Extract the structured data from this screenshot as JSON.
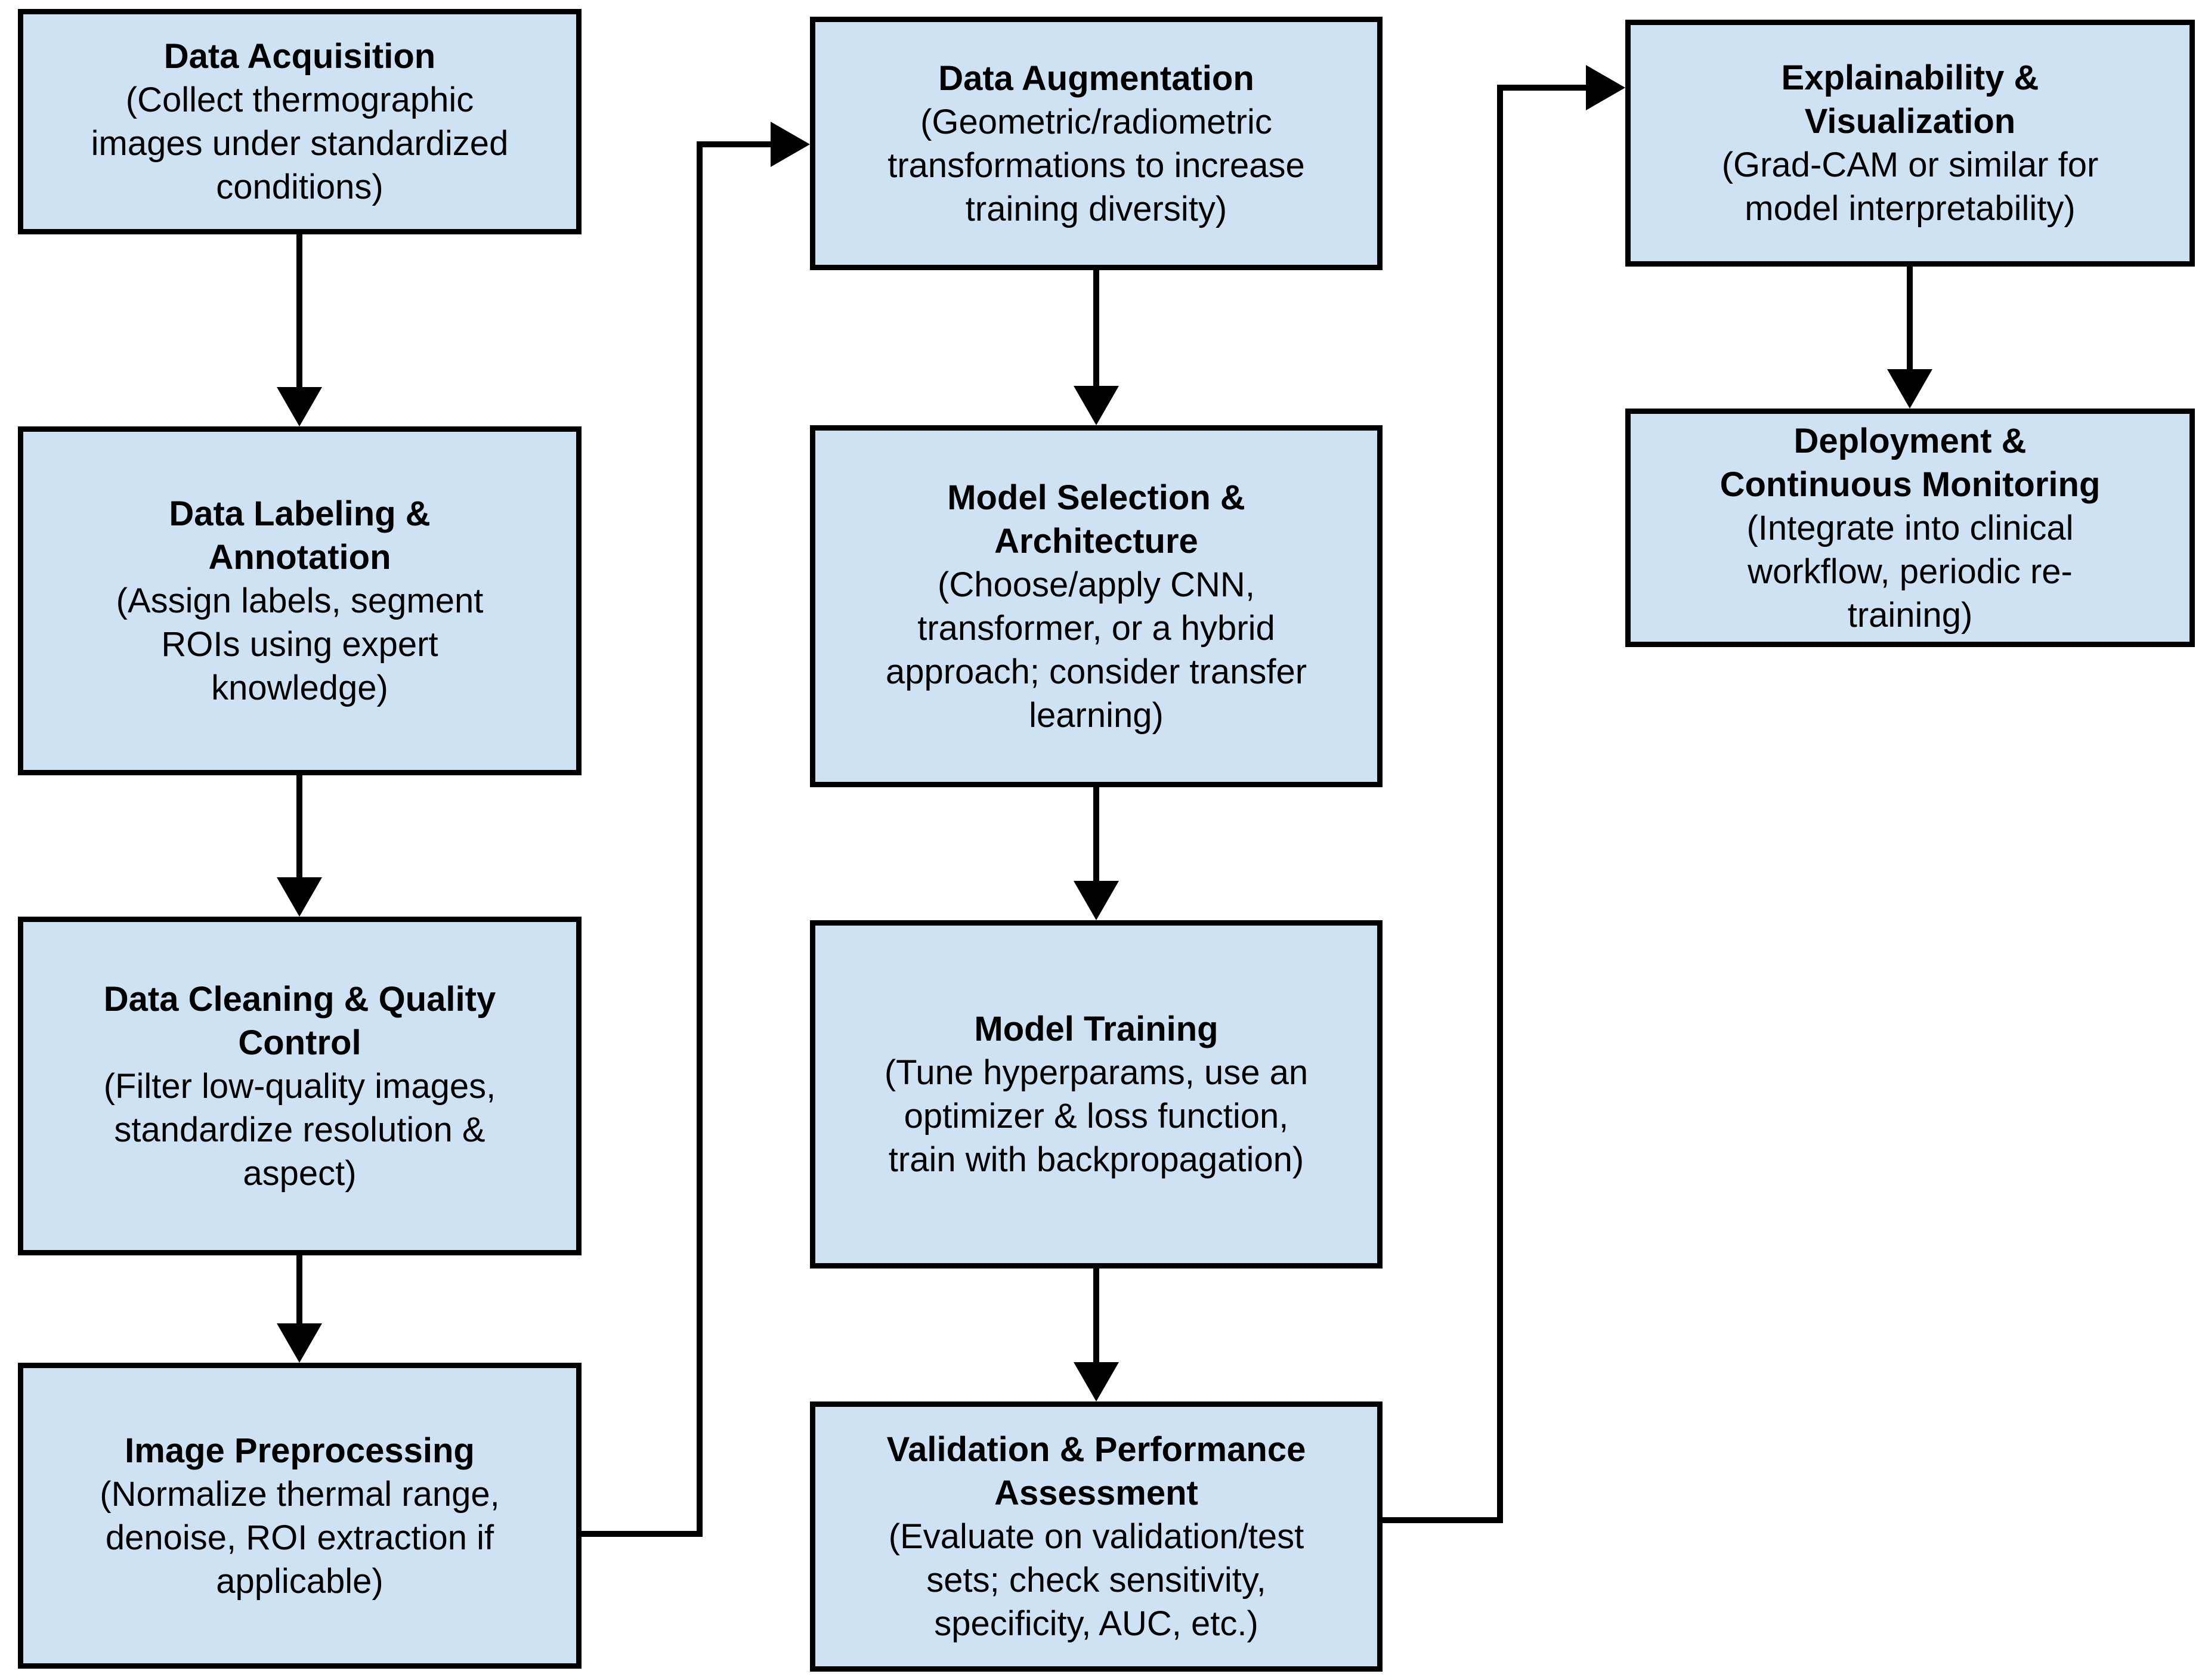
{
  "diagram": {
    "type": "flowchart",
    "background_color": "#ffffff",
    "box_fill_color": "#cfe2f3",
    "box_border_color": "#000000",
    "arrow_color": "#000000",
    "boxes": [
      {
        "id": "data-acquisition",
        "title": "Data Acquisition",
        "desc": "(Collect thermographic\nimages under standardized\nconditions)"
      },
      {
        "id": "data-labeling-annotation",
        "title": "Data Labeling &\nAnnotation",
        "desc": "(Assign labels, segment\nROIs using expert\nknowledge)"
      },
      {
        "id": "data-cleaning-quality-control",
        "title": "Data Cleaning & Quality\nControl",
        "desc": "(Filter low-quality images,\nstandardize resolution &\naspect)"
      },
      {
        "id": "image-preprocessing",
        "title": "Image Preprocessing",
        "desc": "(Normalize thermal range,\ndenoise, ROI extraction if\napplicable)"
      },
      {
        "id": "data-augmentation",
        "title": "Data Augmentation",
        "desc": "(Geometric/radiometric\ntransformations to increase\ntraining diversity)"
      },
      {
        "id": "model-selection-architecture",
        "title": "Model Selection &\nArchitecture",
        "desc": "(Choose/apply CNN,\ntransformer, or a hybrid\napproach; consider transfer\nlearning)"
      },
      {
        "id": "model-training",
        "title": "Model Training",
        "desc": "(Tune hyperparams, use an\noptimizer & loss function,\ntrain with backpropagation)"
      },
      {
        "id": "validation-performance-assessment",
        "title": "Validation & Performance\nAssessment",
        "desc": "(Evaluate on validation/test\nsets; check sensitivity,\nspecificity, AUC, etc.)"
      },
      {
        "id": "explainability-visualization",
        "title": "Explainability &\nVisualization",
        "desc": "(Grad-CAM or similar for\nmodel interpretability)"
      },
      {
        "id": "deployment-continuous-monitoring",
        "title": "Deployment &\nContinuous Monitoring",
        "desc": "(Integrate into clinical\nworkflow, periodic re-\ntraining)"
      }
    ]
  }
}
